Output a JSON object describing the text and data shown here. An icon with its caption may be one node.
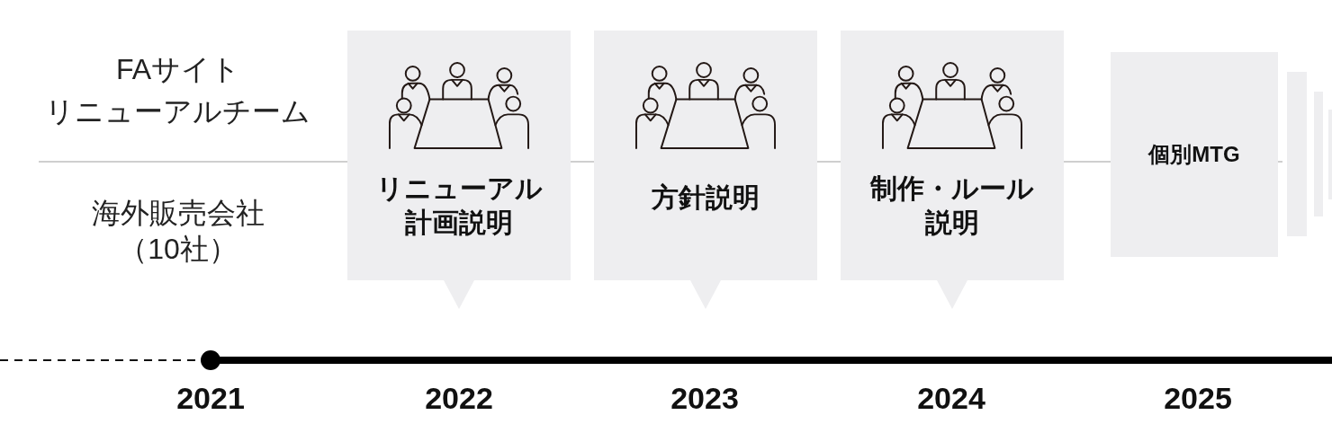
{
  "diagram": {
    "nodes": [
      {
        "text": [
          "リニューアル計画説明"
        ]
      },
      {
        "text": [
          "方針説明"
        ]
      },
      {
        "text": [
          "制作・ルール説明"
        ]
      },
      {
        "text": [
          "個別MTG"
        ]
      },
      {
        "text": [],
        "shape": "box"
      },
      {
        "text": [],
        "shape": "box"
      },
      {
        "text": [],
        "shape": "box"
      }
    ],
    "labels": [
      "FAサイトリニューアルチーム",
      "海外販売会社（10社）",
      "2021",
      "2022",
      "2023",
      "2024",
      "2025"
    ]
  }
}
